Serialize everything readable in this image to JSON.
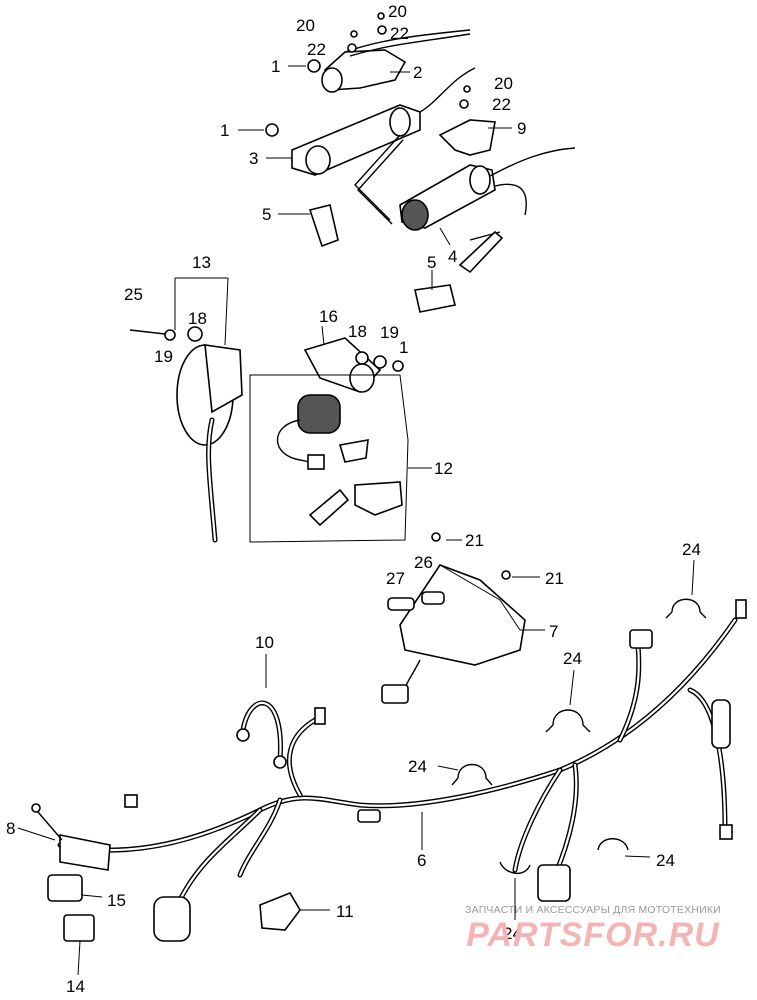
{
  "diagram": {
    "callouts": [
      {
        "id": "c20a",
        "label": "20"
      },
      {
        "id": "c20b",
        "label": "20"
      },
      {
        "id": "c22a",
        "label": "22"
      },
      {
        "id": "c22b",
        "label": "22"
      },
      {
        "id": "c1a",
        "label": "1"
      },
      {
        "id": "c2",
        "label": "2"
      },
      {
        "id": "c20c",
        "label": "20"
      },
      {
        "id": "c22c",
        "label": "22"
      },
      {
        "id": "c1b",
        "label": "1"
      },
      {
        "id": "c9",
        "label": "9"
      },
      {
        "id": "c3",
        "label": "3"
      },
      {
        "id": "c5a",
        "label": "5"
      },
      {
        "id": "c4",
        "label": "4"
      },
      {
        "id": "c5b",
        "label": "5"
      },
      {
        "id": "c13",
        "label": "13"
      },
      {
        "id": "c25",
        "label": "25"
      },
      {
        "id": "c18a",
        "label": "18"
      },
      {
        "id": "c19a",
        "label": "19"
      },
      {
        "id": "c16",
        "label": "16"
      },
      {
        "id": "c18b",
        "label": "18"
      },
      {
        "id": "c19b",
        "label": "19"
      },
      {
        "id": "c1c",
        "label": "1"
      },
      {
        "id": "c12",
        "label": "12"
      },
      {
        "id": "c21a",
        "label": "21"
      },
      {
        "id": "c26",
        "label": "26"
      },
      {
        "id": "c27",
        "label": "27"
      },
      {
        "id": "c21b",
        "label": "21"
      },
      {
        "id": "c7",
        "label": "7"
      },
      {
        "id": "c24a",
        "label": "24"
      },
      {
        "id": "c10",
        "label": "10"
      },
      {
        "id": "c24b",
        "label": "24"
      },
      {
        "id": "c24c",
        "label": "24"
      },
      {
        "id": "c8",
        "label": "8"
      },
      {
        "id": "c6",
        "label": "6"
      },
      {
        "id": "c24d",
        "label": "24"
      },
      {
        "id": "c15",
        "label": "15"
      },
      {
        "id": "c11",
        "label": "11"
      },
      {
        "id": "c24e",
        "label": "24"
      },
      {
        "id": "c14",
        "label": "14"
      }
    ]
  },
  "watermark": {
    "caption": "ЗАПЧАСТИ И АКСЕССУАРЫ ДЛЯ МОТОТЕХНИКИ",
    "logo_text": "PARTSFOR.RU",
    "logo_color": "#f4b4b4",
    "caption_color": "#9a9a9a"
  }
}
